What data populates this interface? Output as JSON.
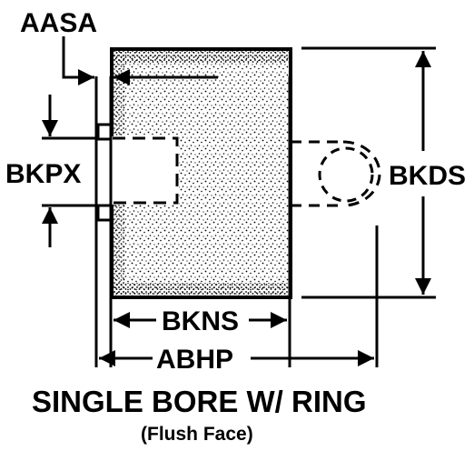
{
  "labels": {
    "aasa": "AASA",
    "bkpx": "BKPX",
    "bkds": "BKDS",
    "bkns": "BKNS",
    "abhp": "ABHP"
  },
  "title": "SINGLE BORE W/ RING",
  "subtitle": "(Flush Face)",
  "colors": {
    "ink": "#000000",
    "background": "#ffffff"
  }
}
